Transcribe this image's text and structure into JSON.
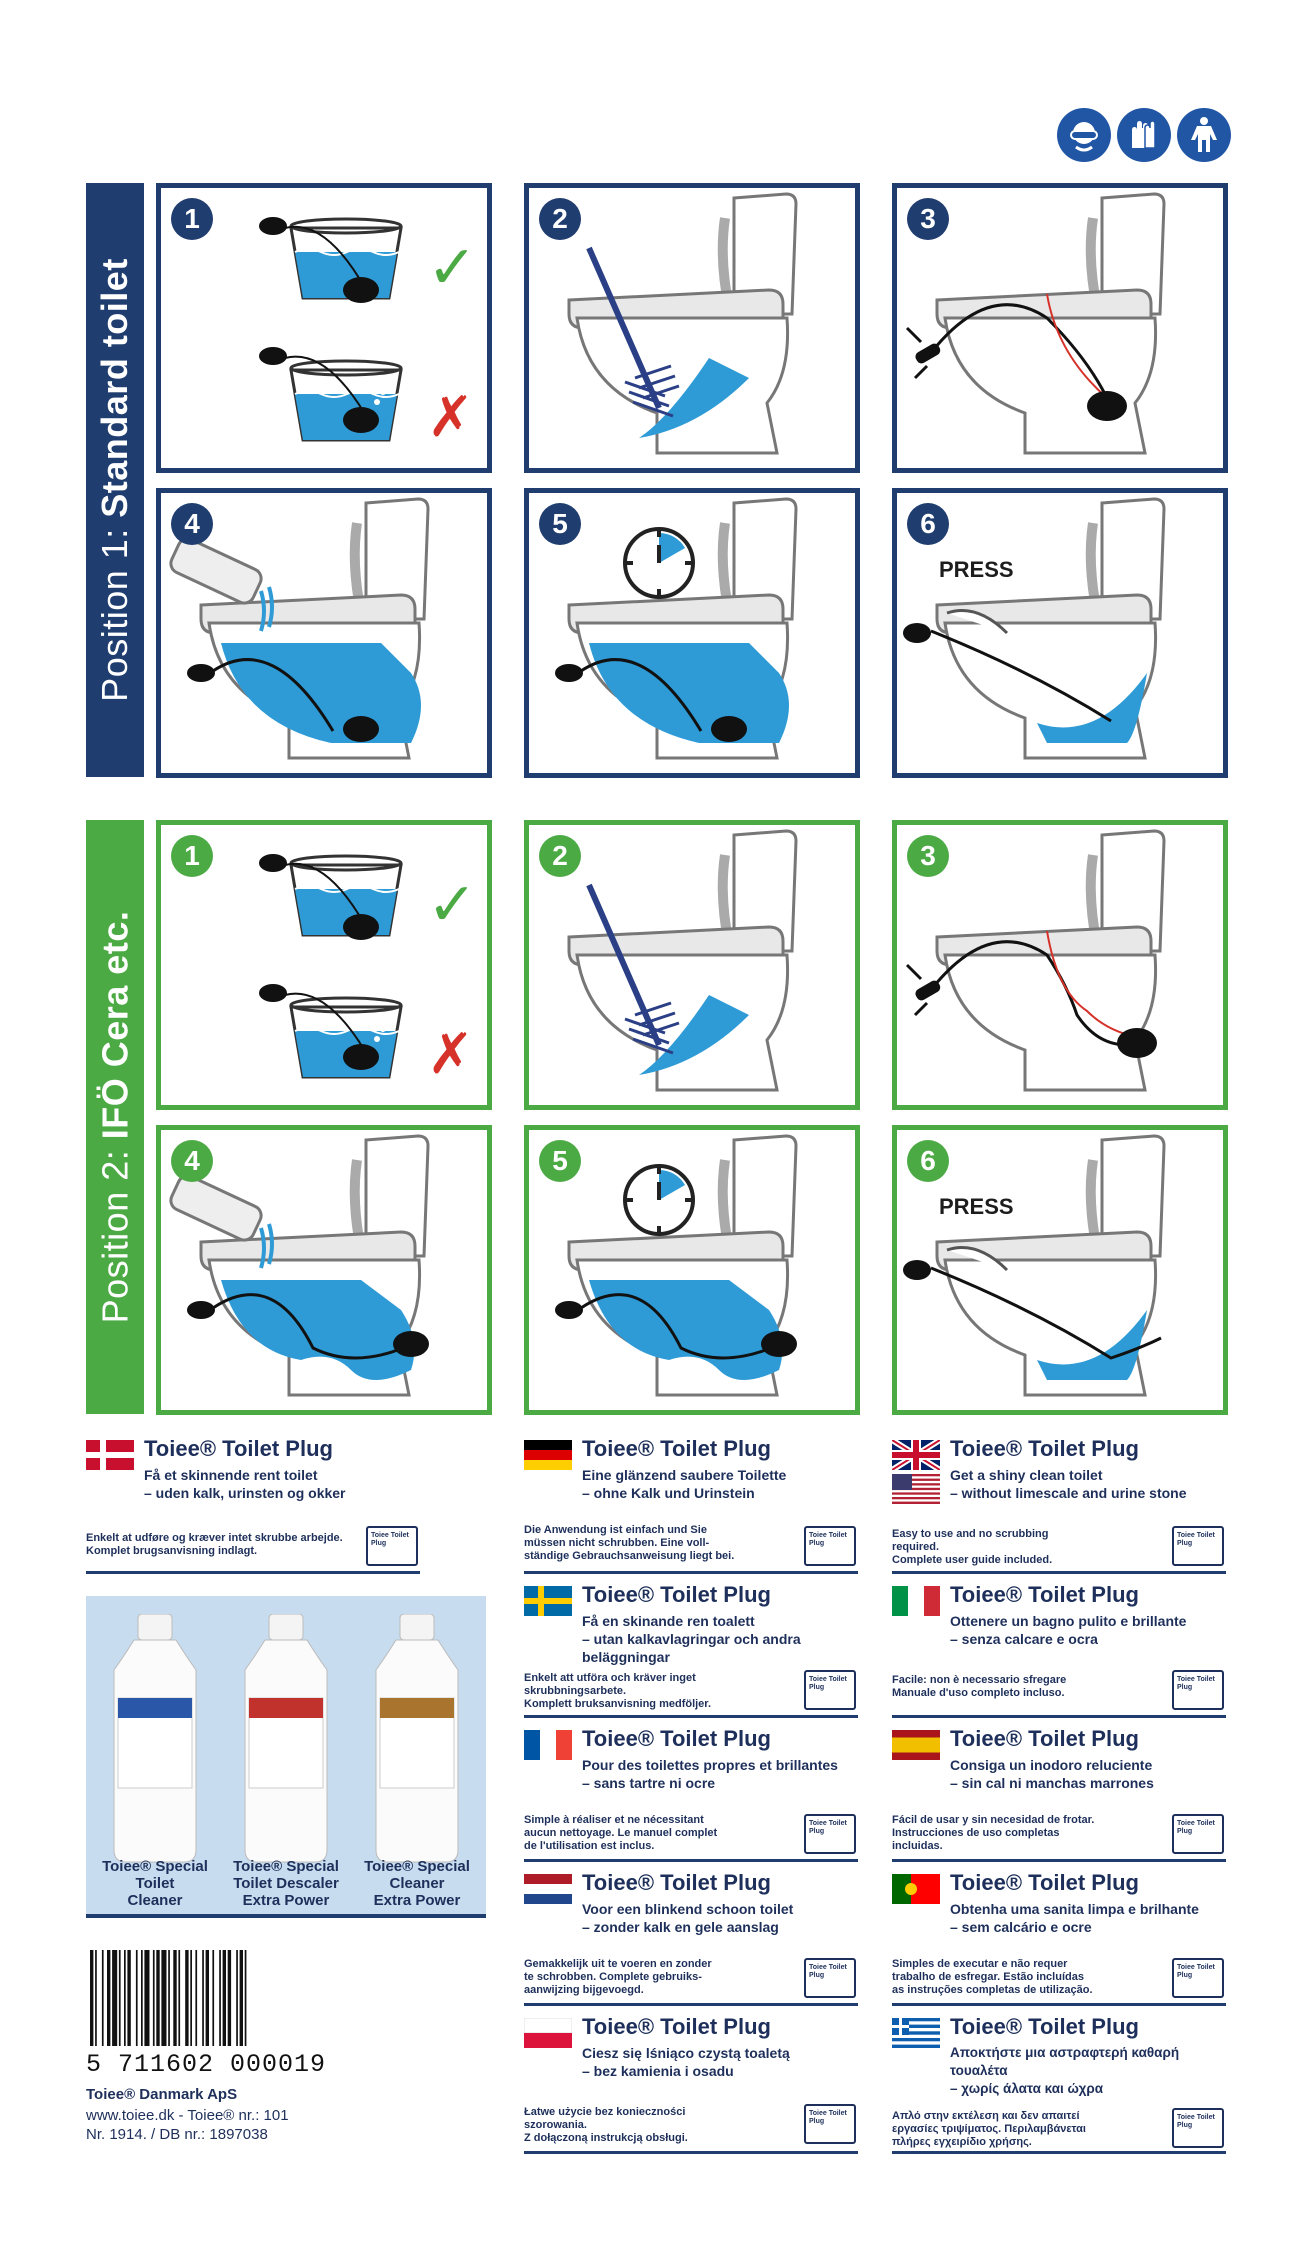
{
  "colors": {
    "navy": "#1f3d6f",
    "green": "#4caa44",
    "water": "#2e9bd6",
    "product_bg": "#c8dcef"
  },
  "safety_icons": [
    "goggles-icon",
    "gloves-icon",
    "coverall-icon"
  ],
  "position1": {
    "label_light": "Position 1: ",
    "label_bold": "Standard toilet"
  },
  "position2": {
    "label_light": "Position 2: ",
    "label_bold": "IFÖ Cera etc."
  },
  "steps": [
    "1",
    "2",
    "3",
    "4",
    "5",
    "6"
  ],
  "press_label": "PRESS",
  "marks": {
    "check": "✓",
    "cross": "✗"
  },
  "book_label": "Toiee Toilet Plug",
  "languages": {
    "da": {
      "title": "Toiee® Toilet Plug",
      "tagline": "Få et skinnende rent toilet\n– uden kalk, urinsten og okker",
      "desc": "Enkelt at udføre og kræver intet skrubbe arbejde.\nKomplet brugsanvisning indlagt."
    },
    "de": {
      "title": "Toiee® Toilet Plug",
      "tagline": "Eine glänzend saubere Toilette\n– ohne Kalk und Urinstein",
      "desc": "Die Anwendung ist einfach und Sie\nmüssen nicht schrubben. Eine voll-\nständige Gebrauchsanweisung liegt bei."
    },
    "en": {
      "title": "Toiee® Toilet Plug",
      "tagline": "Get a shiny clean toilet\n– without  limescale and urine stone",
      "desc": "Easy to use and no scrubbing\nrequired.\nComplete user guide included."
    },
    "sv": {
      "title": "Toiee® Toilet Plug",
      "tagline": "Få en skinande ren toalett\n– utan kalkavlagringar och andra\nbeläggningar",
      "desc": "Enkelt att utföra och kräver inget\nskrubbningsarbete.\nKomplett bruksanvisning medföljer."
    },
    "it": {
      "title": "Toiee® Toilet Plug",
      "tagline": "Ottenere un bagno pulito e brillante\n– senza calcare e ocra",
      "desc": "Facile: non è necessario sfregare\nManuale d'uso completo incluso."
    },
    "fr": {
      "title": "Toiee® Toilet Plug",
      "tagline": "Pour des toilettes propres et brillantes\n– sans tartre ni ocre",
      "desc": "Simple à réaliser et ne nécessitant\naucun nettoyage. Le manuel complet\nde l'utilisation est inclus."
    },
    "es": {
      "title": "Toiee® Toilet Plug",
      "tagline": "Consiga un inodoro reluciente\n– sin cal ni manchas marrones",
      "desc": "Fácil de usar y sin necesidad de frotar.\nInstrucciones de uso completas\nincluidas."
    },
    "nl": {
      "title": "Toiee® Toilet Plug",
      "tagline": "Voor een blinkend schoon toilet\n– zonder kalk en gele aanslag",
      "desc": "Gemakkelijk uit te voeren en zonder\nte schrobben. Complete gebruiks-\naanwijzing bijgevoegd."
    },
    "pt": {
      "title": "Toiee® Toilet Plug",
      "tagline": "Obtenha uma sanita limpa e brilhante\n– sem calcário e ocre",
      "desc": "Simples de executar e não requer\ntrabalho de esfregar. Estão incluídas\nas instruções completas de utilização."
    },
    "pl": {
      "title": "Toiee® Toilet Plug",
      "tagline": "Ciesz się lśniąco czystą toaletą\n– bez kamienia i osadu",
      "desc": "Łatwe użycie bez konieczności\nszorowania.\nZ dołączoną instrukcją obsługi."
    },
    "gr": {
      "title": "Toiee® Toilet Plug",
      "tagline": "Αποκτήστε μια αστραφτερή καθαρή\nτουαλέτα\n– χωρίς άλατα και ώχρα",
      "desc": "Απλό στην εκτέλεση και δεν απαιτεί\nεργασίες τριψίματος. Περιλαμβάνεται\nπλήρες εγχειρίδιο χρήσης."
    }
  },
  "products": [
    {
      "name": "Toiee® Special\nToilet\nCleaner",
      "label_color": "#2b57a8"
    },
    {
      "name": "Toiee® Special\nToilet Descaler\nExtra Power",
      "label_color": "#c0322b"
    },
    {
      "name": "Toiee® Special\nCleaner\nExtra Power",
      "label_color": "#a8742e"
    }
  ],
  "barcode": {
    "digits": "5  711602  000019"
  },
  "footer": {
    "company": "Toiee® Danmark ApS",
    "line1": "www.toiee.dk - Toiee® nr.: 101",
    "line2": "Nr. 1914.  /  DB nr.: 1897038"
  }
}
